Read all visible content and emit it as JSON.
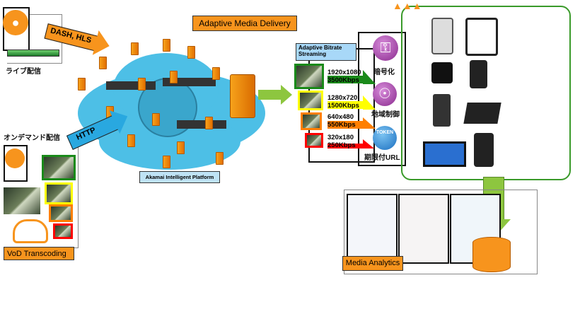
{
  "title": "Adaptive Media Delivery",
  "live": {
    "label": "ライブ配信",
    "arrow": "DASH, HLS"
  },
  "ondemand": {
    "label": "オンデマンド配信",
    "arrow": "HTTP",
    "transcoding": "VoD Transcoding"
  },
  "platform": {
    "label": "Akamai Intelligent Platform"
  },
  "abr": {
    "title": "Adaptive Bitrate Streaming",
    "renditions": [
      {
        "resolution": "1920x1080",
        "bitrate": "3500Kbps",
        "color": "#1a8a1a"
      },
      {
        "resolution": "1280x720",
        "bitrate": "1500Kbps",
        "color": "#ffff00"
      },
      {
        "resolution": "640x480",
        "bitrate": "550Kbps",
        "color": "#ff7f00"
      },
      {
        "resolution": "320x180",
        "bitrate": "250Kbps",
        "color": "#ff0000"
      }
    ]
  },
  "security": [
    {
      "icon": "key-icon",
      "label": "暗号化"
    },
    {
      "icon": "globe-icon",
      "label": "地域制御"
    },
    {
      "icon": "token-icon",
      "label": "期限付URL",
      "badge": "TOKEN"
    }
  ],
  "analytics": {
    "label": "Media Analytics"
  },
  "colors": {
    "orange": "#f7941d",
    "green": "#3a9a2a",
    "blue": "#29a8e0",
    "cloud": "#4dbfe6"
  }
}
